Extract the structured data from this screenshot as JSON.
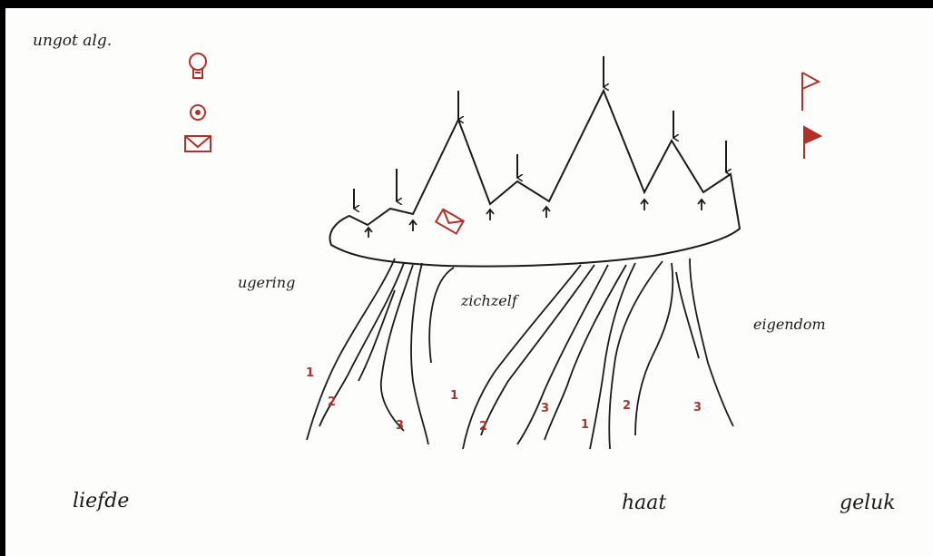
{
  "labels": {
    "top_left": "ungot alg.",
    "left_mid": "ugering",
    "center": "zichzelf",
    "right_mid": "eigendom",
    "bottom_left": "liefde",
    "bottom_center": "haat",
    "bottom_right": "geluk"
  },
  "root_numbers": [
    "1",
    "2",
    "3",
    "1",
    "2",
    "3",
    "1",
    "2",
    "3"
  ],
  "icons": [
    "lightbulb-icon",
    "target-icon",
    "envelope-icon",
    "flag-icon",
    "envelope-icon"
  ],
  "colors": {
    "ink": "#1a1a1a",
    "accent": "#b0302a",
    "paper": "#fdfdfb"
  }
}
